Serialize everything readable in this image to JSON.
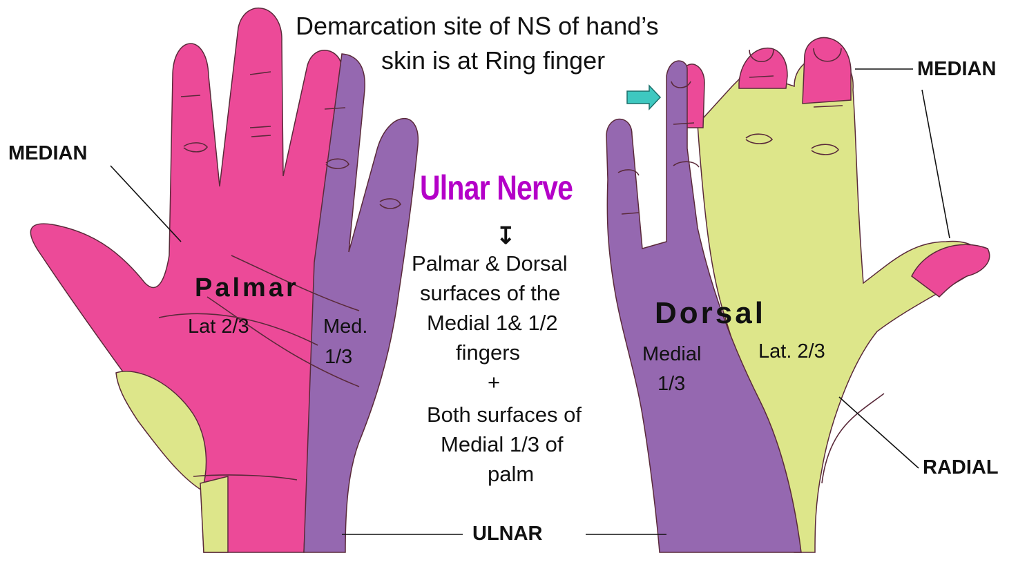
{
  "title": {
    "line1": "Demarcation site of NS of hand’s",
    "line2": "skin is at Ring finger"
  },
  "center": {
    "heading": "Ulnar Nerve",
    "arrow_glyph": "↧",
    "lines": [
      "Palmar & Dorsal",
      "surfaces of the",
      "Medial 1& 1/2",
      "fingers",
      "+",
      "Both surfaces of",
      "Medial 1/3 of",
      "palm"
    ]
  },
  "labels": {
    "median_left": "MEDIAN",
    "median_right": "MEDIAN",
    "radial": "RADIAL",
    "ulnar": "ULNAR"
  },
  "palmar": {
    "surface": "Palmar",
    "lat_label": "Lat 2/3",
    "med_label_1": "Med.",
    "med_label_2": "1/3"
  },
  "dorsal": {
    "surface": "Dorsal",
    "medial_label_1": "Medial",
    "medial_label_2": "1/3",
    "lat_label": "Lat. 2/3"
  },
  "colors": {
    "median": "#ec4a98",
    "ulnar": "#9568b0",
    "radial": "#dde68a",
    "arrow": "#3ec8c0",
    "heading": "#b400c8"
  }
}
